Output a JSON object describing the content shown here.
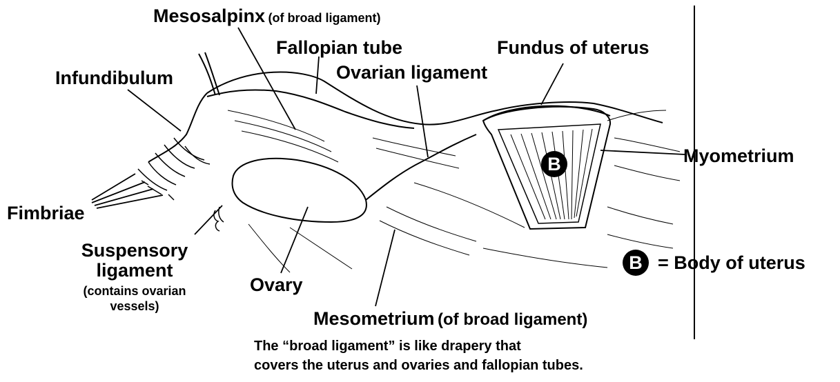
{
  "labels": {
    "mesosalpinx": "Mesosalpinx",
    "mesosalpinx_sub": "(of broad ligament)",
    "fallopian_tube": "Fallopian tube",
    "fundus": "Fundus of uterus",
    "infundibulum": "Infundibulum",
    "ovarian_ligament": "Ovarian ligament",
    "myometrium": "Myometrium",
    "fimbriae": "Fimbriae",
    "suspensory_line1": "Suspensory",
    "suspensory_line2": "ligament",
    "suspensory_note1": "(contains ovarian",
    "suspensory_note2": "vessels)",
    "ovary": "Ovary",
    "mesometrium": "Mesometrium",
    "mesometrium_sub": "(of broad ligament)"
  },
  "badge": {
    "letter": "B",
    "legend_text": "= Body of uterus"
  },
  "caption": {
    "line1": "The “broad ligament” is like drapery that",
    "line2": "covers the uterus and ovaries and fallopian tubes."
  },
  "colors": {
    "ink": "#000000",
    "background": "#ffffff"
  }
}
